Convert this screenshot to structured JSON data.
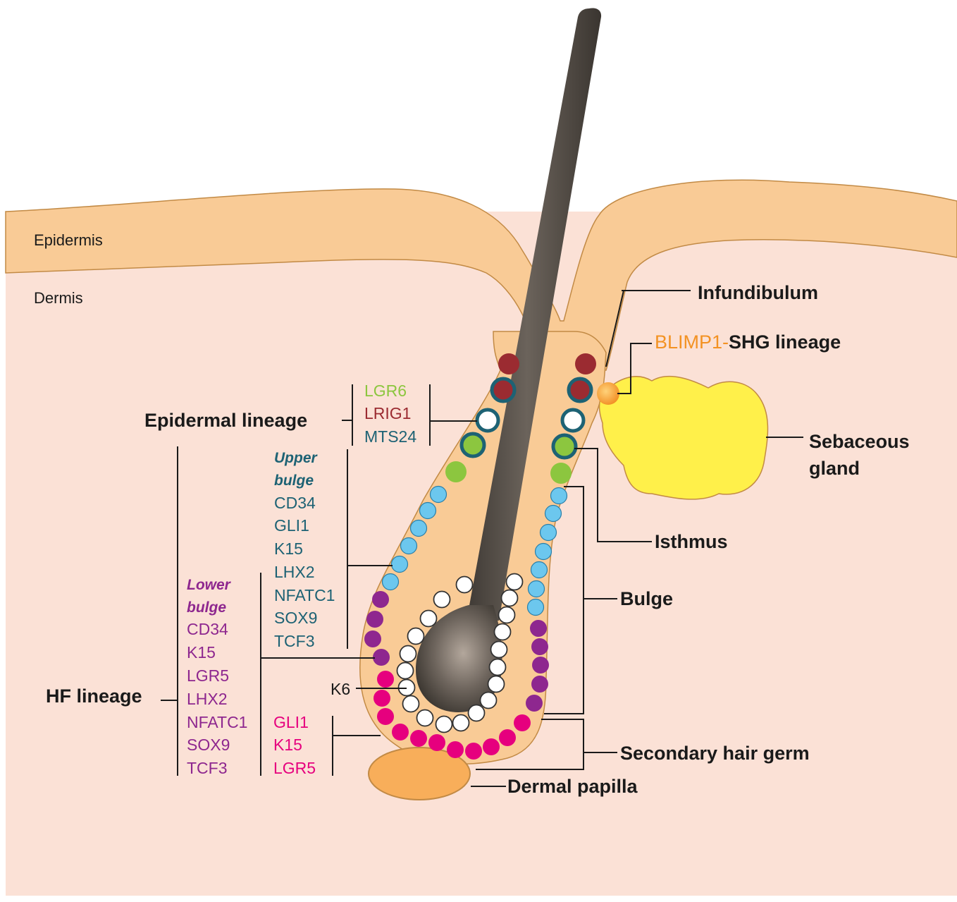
{
  "regions": {
    "epidermis": "Epidermis",
    "dermis": "Dermis"
  },
  "structures": {
    "infundibulum": "Infundibulum",
    "shg_marker": "BLIMP1",
    "shg_dash": "-",
    "shg_lineage": "SHG lineage",
    "sebaceous_line1": "Sebaceous",
    "sebaceous_line2": "gland",
    "isthmus": "Isthmus",
    "bulge": "Bulge",
    "secondary_hair_germ": "Secondary hair germ",
    "dermal_papilla": "Dermal papilla",
    "k6": "K6"
  },
  "epidermal_lineage": {
    "title": "Epidermal lineage",
    "markers": [
      "LGR6",
      "LRIG1",
      "MTS24"
    ]
  },
  "upper_bulge": {
    "title_line1": "Upper",
    "title_line2": "bulge",
    "markers": [
      "CD34",
      "GLI1",
      "K15",
      "LHX2",
      "NFATC1",
      "SOX9",
      "TCF3"
    ]
  },
  "lower_bulge": {
    "title_line1": "Lower",
    "title_line2": "bulge",
    "markers": [
      "CD34",
      "K15",
      "LGR5",
      "LHX2",
      "NFATC1",
      "SOX9",
      "TCF3"
    ]
  },
  "hair_germ_markers": [
    "GLI1",
    "K15",
    "LGR5"
  ],
  "hf_lineage": "HF lineage",
  "colors": {
    "epidermis": "#f9cb96",
    "dermis": "#fbe1d6",
    "outline": "#c28a45",
    "hair_shaft": "#5c544d",
    "sebaceous_gland": "#fff04a",
    "dermal_papilla": "#f8ae5a",
    "lgr6": "#8cc63f",
    "lrig1": "#9b2b31",
    "mts24": "#1d6274",
    "upper_bulge": "#6cc7ee",
    "lower_bulge": "#8e278f",
    "hair_germ": "#e6007e",
    "blimp1": "#f39223",
    "k6_cells": "#ffffff"
  }
}
